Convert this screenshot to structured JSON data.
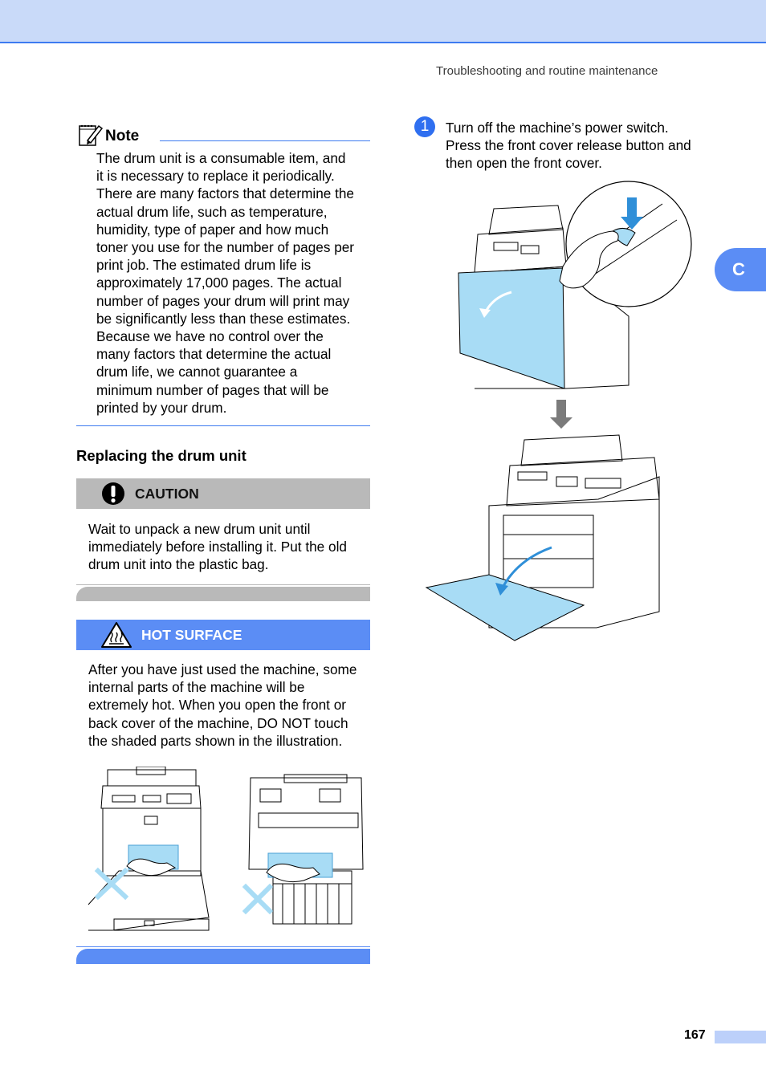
{
  "header": {
    "running_title": "Troubleshooting and routine maintenance",
    "chapter_tab": "C"
  },
  "note": {
    "title": "Note",
    "lines": [
      "The drum unit is a consumable item, and",
      "it is necessary to replace it periodically.",
      "There are many factors that determine the",
      "actual drum life, such as temperature,",
      "humidity, type of paper and how much",
      "toner you use for the number of pages per",
      "print job. The estimated drum life is",
      "approximately 17,000 pages. The actual",
      "number of pages your drum will print may",
      "be significantly less than these estimates.",
      "Because we have no control over the",
      "many factors that determine the actual",
      "drum life, we cannot guarantee a",
      "minimum number of pages that will be",
      "printed by your drum."
    ]
  },
  "section": {
    "heading": "Replacing the drum unit"
  },
  "caution": {
    "label": "CAUTION",
    "lines": [
      "Wait to unpack a new drum unit until",
      "immediately before installing it. Put the old",
      "drum unit into the plastic bag."
    ]
  },
  "hot_surface": {
    "label": "HOT SURFACE",
    "lines": [
      "After you have just used the machine, some",
      "internal parts of the machine will be",
      "extremely hot. When you open the front or",
      "back cover of the machine, DO NOT touch",
      "the shaded parts shown in the illustration."
    ]
  },
  "step": {
    "number": "1",
    "lines": [
      "Turn off the machine’s power switch.",
      "Press the front cover release button and",
      "then open the front cover."
    ]
  },
  "footer": {
    "page_number": "167"
  },
  "colors": {
    "accent_blue": "#5b8df5",
    "band_light_blue": "#c9daf9",
    "caution_gray": "#b9b9b9",
    "shaded_part": "#a8dcf5"
  }
}
